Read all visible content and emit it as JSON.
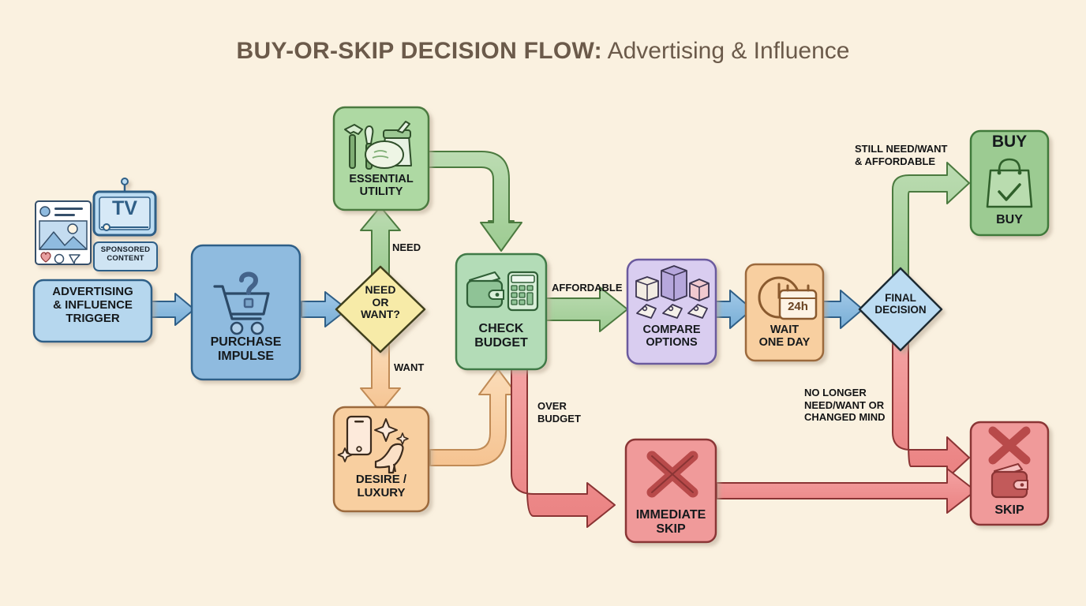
{
  "title": {
    "main": "BUY-OR-SKIP DECISION FLOW:",
    "sub": " Advertising & Influence"
  },
  "colors": {
    "background": "#faf1e0",
    "blue_fill": "#8fbbdf",
    "blue_stroke": "#2f5f87",
    "blue_light_fill": "#bcdcf2",
    "green_fill": "#aed9a3",
    "green_stroke": "#4b7a3f",
    "green_soft_fill": "#b3dcb7",
    "yellow_fill": "#f7eba8",
    "yellow_stroke": "#4a4a22",
    "orange_fill": "#f8cfa0",
    "orange_stroke": "#7a5430",
    "purple_fill": "#d9cdf0",
    "purple_stroke": "#6b5a9e",
    "red_fill": "#f09a9a",
    "red_stroke": "#8a3434",
    "dark_text": "#15191c",
    "title_text": "#6b5a4a"
  },
  "nodes": {
    "trigger": {
      "label": "ADVERTISING\n& INFLUENCE\nTRIGGER"
    },
    "sponsored_badge": {
      "label": "SPONSORED\nCONTENT"
    },
    "tv": {
      "label": "TV"
    },
    "impulse": {
      "label": "PURCHASE\nIMPULSE"
    },
    "need_or_want": {
      "label": "NEED\nOR\nWANT?"
    },
    "essential": {
      "label": "ESSENTIAL\nUTILITY"
    },
    "desire": {
      "label": "DESIRE /\nLUXURY"
    },
    "check_budget": {
      "label": "CHECK\nBUDGET"
    },
    "compare": {
      "label": "COMPARE\nOPTIONS"
    },
    "wait": {
      "label": "WAIT\nONE DAY",
      "badge": "24h"
    },
    "final_decision": {
      "label": "FINAL\nDECISION"
    },
    "buy": {
      "label_top": "BUY",
      "label_bottom": "BUY"
    },
    "immediate_skip": {
      "label": "IMMEDIATE\nSKIP"
    },
    "skip": {
      "label": "SKIP"
    }
  },
  "edge_labels": {
    "need": "NEED",
    "want": "WANT",
    "affordable": "AFFORDABLE",
    "over_budget": "OVER\nBUDGET",
    "still_need": "STILL NEED/WANT\n& AFFORDABLE",
    "no_longer": "NO LONGER\nNEED/WANT OR\nCHANGED MIND"
  },
  "icons": {
    "social_post": "social-media-post-icon",
    "tv": "television-icon",
    "cart_question": "shopping-cart-question-icon",
    "tools": "hammer-screwdriver-groceries-icon",
    "phone_heel": "smartphone-highheel-sparkle-icon",
    "wallet_calculator": "wallet-calculator-icon",
    "boxes_tags": "boxes-price-tags-icon",
    "clock_calendar": "clock-calendar-24h-icon",
    "shopping_bag_check": "shopping-bag-check-icon",
    "cross_mark": "cross-mark-icon",
    "wallet_closed": "wallet-icon"
  }
}
